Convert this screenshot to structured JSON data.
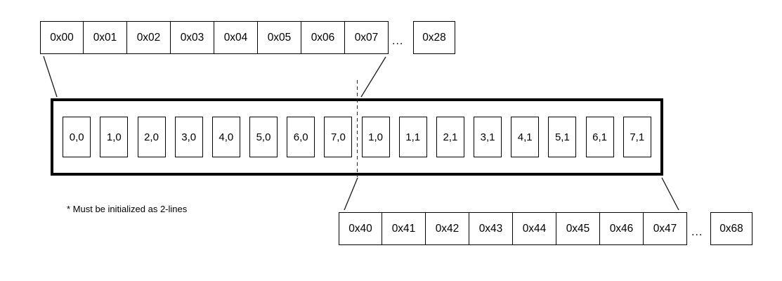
{
  "diagram": {
    "top_address_row": {
      "cells": [
        "0x00",
        "0x01",
        "0x02",
        "0x03",
        "0x04",
        "0x05",
        "0x06",
        "0x07"
      ],
      "ellipsis": "...",
      "last_cell": "0x28"
    },
    "display_box": {
      "cells": [
        "0,0",
        "1,0",
        "2,0",
        "3,0",
        "4,0",
        "5,0",
        "6,0",
        "7,0",
        "1,0",
        "1,1",
        "2,1",
        "3,1",
        "4,1",
        "5,1",
        "6,1",
        "7,1"
      ]
    },
    "bottom_address_row": {
      "cells": [
        "0x40",
        "0x41",
        "0x42",
        "0x43",
        "0x44",
        "0x45",
        "0x46",
        "0x47"
      ],
      "ellipsis": "...",
      "last_cell": "0x68"
    },
    "note": "* Must be initialized as 2-lines"
  }
}
